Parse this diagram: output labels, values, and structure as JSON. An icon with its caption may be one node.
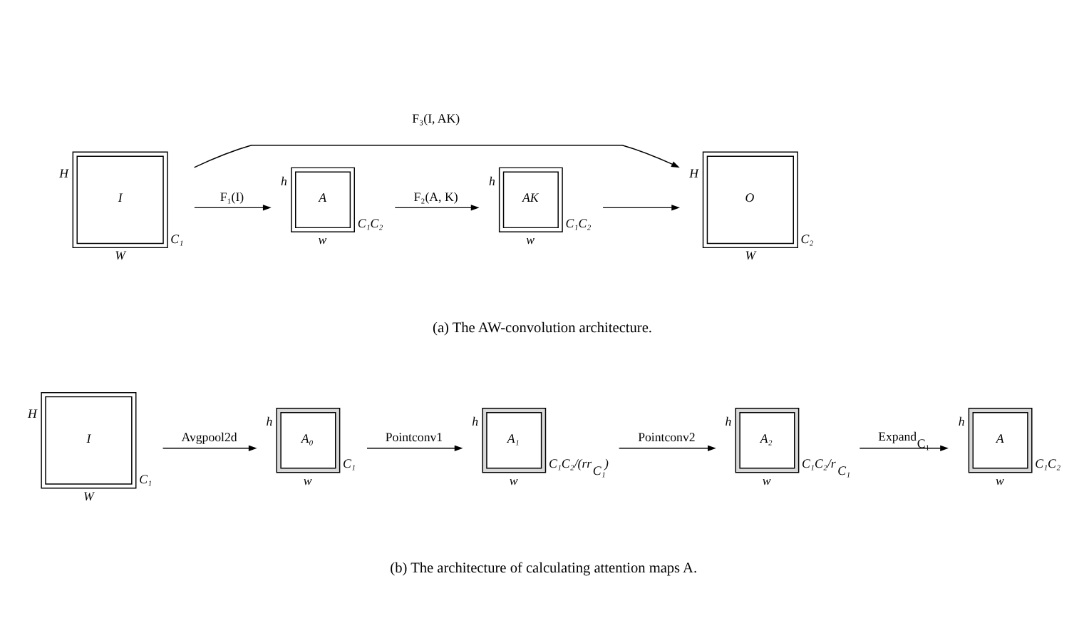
{
  "diagram": {
    "nodes": [
      {
        "text": [
          "I"
        ],
        "beside": [
          "H",
          "W",
          "C₁"
        ]
      },
      {
        "text": [
          "A"
        ],
        "beside": [
          "h",
          "w",
          "C₁C₂"
        ]
      },
      {
        "text": [
          "AK"
        ],
        "beside": [
          "h",
          "w",
          "C₁C₂"
        ]
      },
      {
        "text": [
          "O"
        ],
        "beside": [
          "H",
          "W",
          "C₂"
        ]
      },
      {
        "text": [
          "I"
        ],
        "beside": [
          "H",
          "W",
          "C₁"
        ]
      },
      {
        "text": [
          "A₀"
        ],
        "beside": [
          "h",
          "w",
          "C₁"
        ]
      },
      {
        "text": [
          "A₁"
        ],
        "beside": [
          "h",
          "w",
          "C₁C₂/(rr$_{C₁}$)"
        ]
      },
      {
        "text": [
          "A₂"
        ],
        "beside": [
          "h",
          "w",
          "C₁C₂/r$_{C₁}$"
        ]
      },
      {
        "text": [
          "A"
        ],
        "beside": [
          "h",
          "w",
          "C₁C₂"
        ]
      }
    ],
    "edges": [
      {
        "from": 0,
        "to": 1,
        "arrow": "to",
        "label": "F₁(I)"
      },
      {
        "from": 1,
        "to": 2,
        "arrow": "to",
        "label": "F₂(A, K)"
      },
      {
        "from": 0,
        "to": 3,
        "arrow": "to",
        "label": "F₃(I, AK)"
      },
      {
        "from": 2,
        "to": 3,
        "arrow": "to"
      },
      {
        "from": 4,
        "to": 5,
        "arrow": "to",
        "label": "Avgpool2d"
      },
      {
        "from": 5,
        "to": 6,
        "arrow": "to",
        "label": "Pointconv1"
      },
      {
        "from": 6,
        "to": 7,
        "arrow": "to",
        "label": "Pointconv2"
      },
      {
        "from": 7,
        "to": 8,
        "arrow": "to",
        "label": "Expand$_{C₁}$"
      }
    ],
    "labels": [
      "(a) The AW-convolution architecture.",
      "(b) The architecture of calculating attention maps A."
    ]
  }
}
